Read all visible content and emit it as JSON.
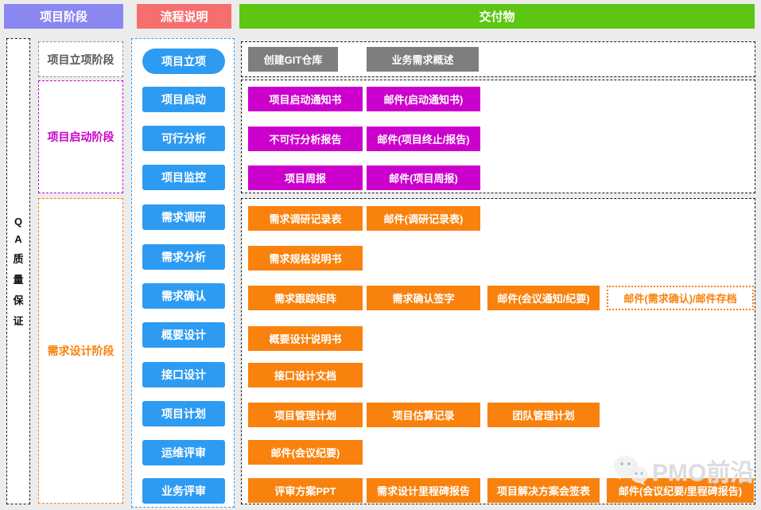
{
  "headers": [
    {
      "label": "项目阶段",
      "color": "#8b87f1"
    },
    {
      "label": "流程说明",
      "color": "#f76e6e"
    },
    {
      "label": "交付物",
      "color": "#5cc613"
    }
  ],
  "qa": {
    "chars": [
      "Q",
      "A",
      "质",
      "量",
      "保",
      "证"
    ]
  },
  "phases": [
    {
      "label": "项目立项阶段",
      "color": "#595959"
    },
    {
      "label": "项目启动阶段",
      "color": "#cc00cc"
    },
    {
      "label": "需求设计阶段",
      "color": "#f8820d"
    }
  ],
  "process": {
    "steps": [
      "项目立项",
      "项目启动",
      "可行分析",
      "项目监控",
      "需求调研",
      "需求分析",
      "需求确认",
      "概要设计",
      "接口设计",
      "项目计划",
      "运维评审",
      "业务评审"
    ]
  },
  "deliverables": {
    "sections": [
      {
        "rows": [
          [
            "创建GIT仓库",
            "业务需求概述"
          ]
        ]
      },
      {
        "rows": [
          [
            "项目启动通知书",
            "邮件(启动通知书)"
          ],
          [
            "不可行分析报告",
            "邮件(项目终止/报告)"
          ],
          [
            "项目周报",
            "邮件(项目周报)"
          ]
        ]
      },
      {
        "rows": [
          [
            "需求调研记录表",
            "邮件(调研记录表)"
          ],
          [
            "需求规格说明书"
          ],
          [
            "需求跟踪矩阵",
            "需求确认签字",
            "邮件(会议通知/纪要)",
            "邮件(需求确认)/邮件存档"
          ],
          [
            "概要设计说明书"
          ],
          [
            "接口设计文档"
          ],
          [
            "项目管理计划",
            "项目估算记录",
            "团队管理计划"
          ],
          [
            "邮件(会议纪要)"
          ],
          [
            "评审方案PPT",
            "需求设计里程碑报告",
            "项目解决方案会签表",
            "邮件(会议纪要/里程碑报告)"
          ]
        ]
      }
    ]
  },
  "colors": {
    "background": "#ececec",
    "phase_header": "#8b87f1",
    "process_header": "#f76e6e",
    "deliverable_header": "#5cc613",
    "process_step": "#2e9bf2",
    "initiation": "#7e7e7e",
    "startup": "#cc00cc",
    "design": "#f8820d"
  },
  "watermark": {
    "label": "PMO前沿"
  }
}
